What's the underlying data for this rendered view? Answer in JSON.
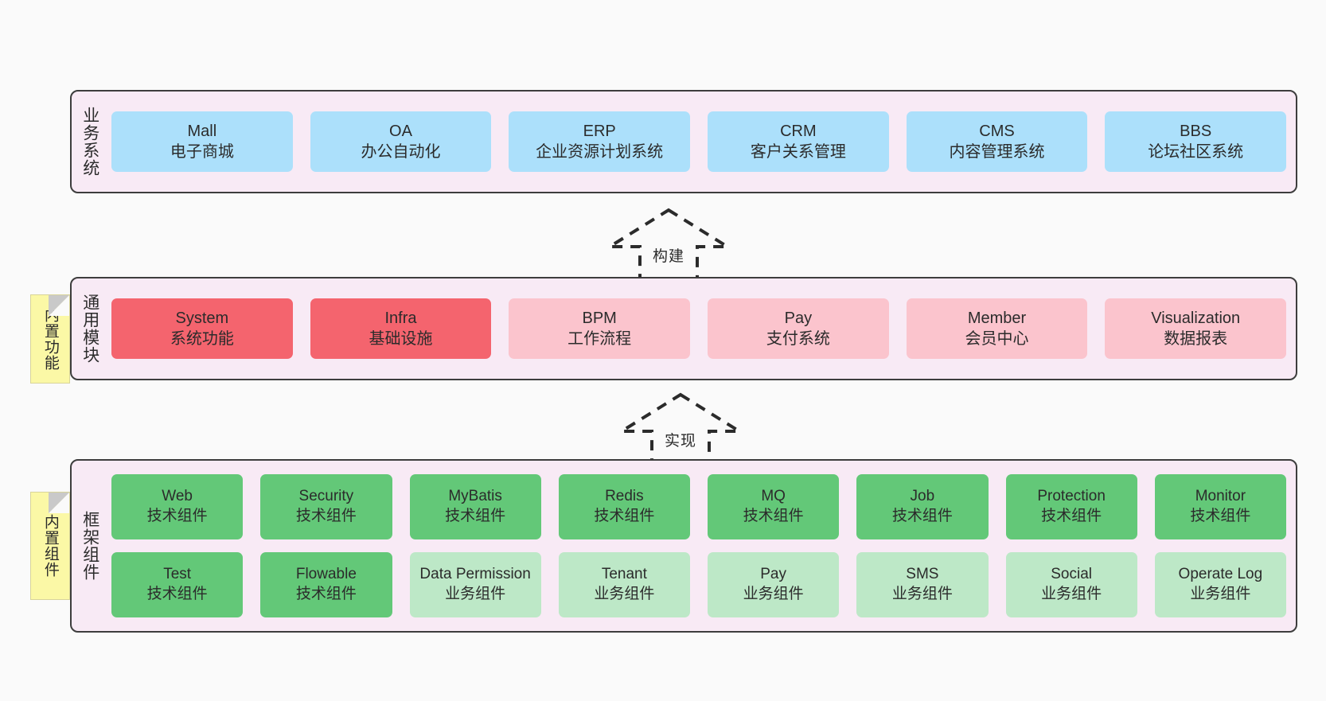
{
  "diagram": {
    "background": "#fafafa",
    "palette": {
      "container_bg": "#f8eaf5",
      "container_border": "#3d3d3d",
      "blue": "#ace0fb",
      "red": "#f4646e",
      "pink": "#fbc4cd",
      "green": "#63c878",
      "light_green": "#bde8c7",
      "note_yellow": "#fbf8a6",
      "note_fold": "#c9c9c9"
    }
  },
  "layers": {
    "business": {
      "title": "业务系统",
      "cards": [
        {
          "name": "Mall",
          "desc": "电子商城",
          "color": "blue"
        },
        {
          "name": "OA",
          "desc": "办公自动化",
          "color": "blue"
        },
        {
          "name": "ERP",
          "desc": "企业资源计划系统",
          "color": "blue"
        },
        {
          "name": "CRM",
          "desc": "客户关系管理",
          "color": "blue"
        },
        {
          "name": "CMS",
          "desc": "内容管理系统",
          "color": "blue"
        },
        {
          "name": "BBS",
          "desc": "论坛社区系统",
          "color": "blue"
        }
      ]
    },
    "common": {
      "title": "通用模块",
      "note": "内置功能",
      "cards": [
        {
          "name": "System",
          "desc": "系统功能",
          "color": "red"
        },
        {
          "name": "Infra",
          "desc": "基础设施",
          "color": "red"
        },
        {
          "name": "BPM",
          "desc": "工作流程",
          "color": "pink"
        },
        {
          "name": "Pay",
          "desc": "支付系统",
          "color": "pink"
        },
        {
          "name": "Member",
          "desc": "会员中心",
          "color": "pink"
        },
        {
          "name": "Visualization",
          "desc": "数据报表",
          "color": "pink"
        }
      ]
    },
    "framework": {
      "title": "框架组件",
      "note": "内置组件",
      "row1": [
        {
          "name": "Web",
          "desc": "技术组件",
          "color": "green"
        },
        {
          "name": "Security",
          "desc": "技术组件",
          "color": "green"
        },
        {
          "name": "MyBatis",
          "desc": "技术组件",
          "color": "green"
        },
        {
          "name": "Redis",
          "desc": "技术组件",
          "color": "green"
        },
        {
          "name": "MQ",
          "desc": "技术组件",
          "color": "green"
        },
        {
          "name": "Job",
          "desc": "技术组件",
          "color": "green"
        },
        {
          "name": "Protection",
          "desc": "技术组件",
          "color": "green"
        },
        {
          "name": "Monitor",
          "desc": "技术组件",
          "color": "green"
        }
      ],
      "row2": [
        {
          "name": "Test",
          "desc": "技术组件",
          "color": "green"
        },
        {
          "name": "Flowable",
          "desc": "技术组件",
          "color": "green"
        },
        {
          "name": "Data Permission",
          "desc": "业务组件",
          "color": "light_green"
        },
        {
          "name": "Tenant",
          "desc": "业务组件",
          "color": "light_green"
        },
        {
          "name": "Pay",
          "desc": "业务组件",
          "color": "light_green"
        },
        {
          "name": "SMS",
          "desc": "业务组件",
          "color": "light_green"
        },
        {
          "name": "Social",
          "desc": "业务组件",
          "color": "light_green"
        },
        {
          "name": "Operate Log",
          "desc": "业务组件",
          "color": "light_green"
        }
      ]
    }
  },
  "arrows": {
    "build": {
      "label": "构建",
      "style": "dashed-hollow-up"
    },
    "implement": {
      "label": "实现",
      "style": "dashed-hollow-up"
    }
  }
}
